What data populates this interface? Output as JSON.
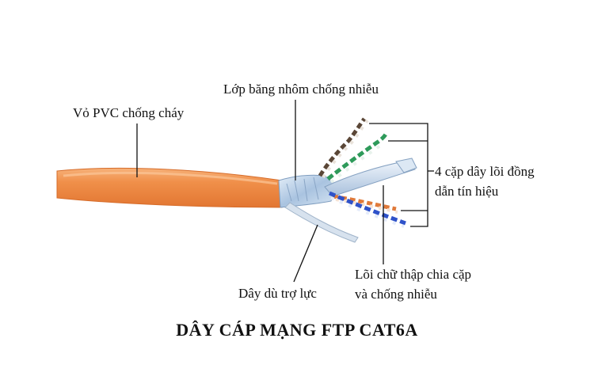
{
  "title": "DÂY CÁP MẠNG FTP CAT6A",
  "labels": {
    "pvc_jacket": "Vỏ PVC chống cháy",
    "aluminum_foil": "Lớp băng nhôm chống nhiễu",
    "copper_pairs_line1": "4 cặp dây lõi đồng",
    "copper_pairs_line2": "dẫn tín hiệu",
    "cross_separator_line1": "Lõi chữ thập chia cặp",
    "cross_separator_line2": "và chống nhiễu",
    "ripcord": "Dây dù trợ lực"
  },
  "colors": {
    "jacket": "#f0904a",
    "foil": "#b9cfe6",
    "pair_green": "#2e9a5a",
    "pair_brown": "#5a4636",
    "pair_blue": "#2f52c9",
    "pair_orange": "#e07a3a"
  }
}
